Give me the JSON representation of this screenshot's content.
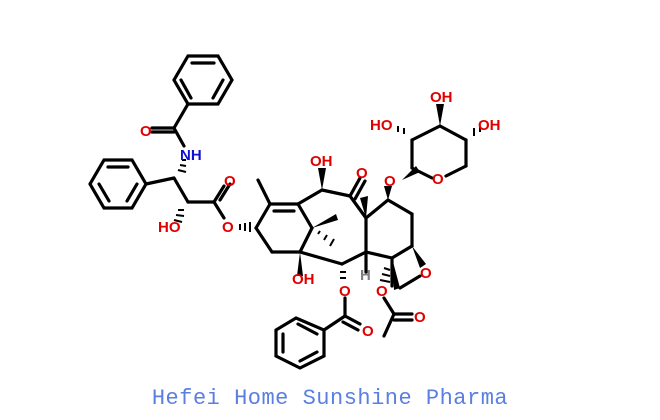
{
  "diagram": {
    "type": "chemical-structure",
    "atoms": {
      "amide_O": "O",
      "amide_NH": "NH",
      "side_chain_HO": "HO",
      "ester_carbonyl_O": "O",
      "ester_O": "O",
      "c10_OH": "OH",
      "c9_ketone_O": "O",
      "c7_O": "O",
      "sugar_ring_O": "O",
      "sugar_HO_left": "HO",
      "sugar_OH_top": "OH",
      "sugar_OH_right": "OH",
      "c1_OH": "OH",
      "c2_O": "O",
      "benzoate_O": "O",
      "c3_H": "H",
      "c4_O": "O",
      "acetate_O": "O",
      "oxetane_O": "O"
    },
    "colors": {
      "bond": "#000000",
      "oxygen": "#e00000",
      "nitrogen": "#1010d0",
      "hydrogen": "#808080",
      "caption": "#5a7fe0"
    }
  },
  "caption": "Hefei Home Sunshine Pharma"
}
